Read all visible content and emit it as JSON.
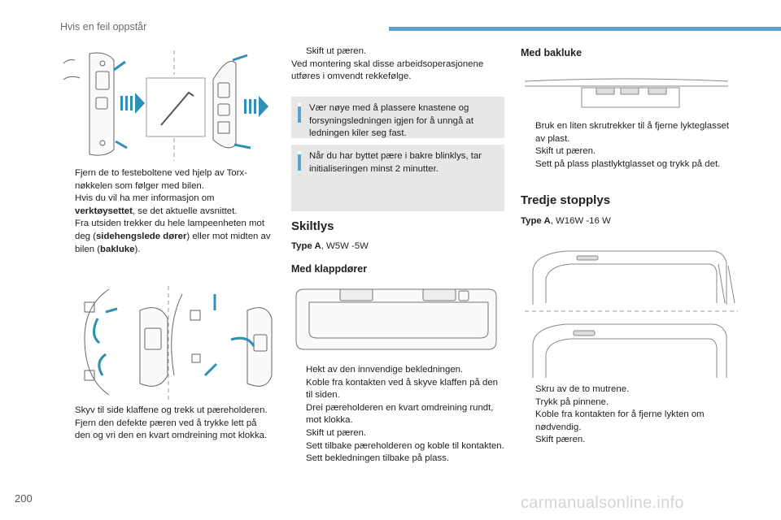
{
  "header": {
    "title": "Hvis en feil oppstår"
  },
  "page_number": "200",
  "watermark": "carmanualsonline.info",
  "col1": {
    "steps_top": [
      {
        "marker": "",
        "text": "Fjern de to festeboltene ved hjelp av Torx-nøkkelen som følger med bilen."
      },
      {
        "marker": "",
        "text": "Fra utsiden trekker du hele lampeenheten mot deg (",
        "bold1": "sidehengslede dører",
        "mid": ") eller mot midten av bilen (",
        "bold2": "bakluke",
        "end": ")."
      }
    ],
    "info_a": "Hvis du vil ha mer informasjon om",
    "info_b": "verktøysettet",
    "info_c": ", se det aktuelle avsnittet.",
    "steps_bottom": [
      {
        "marker": "",
        "text": "Skyv til side klaffene og trekk ut pæreholderen."
      },
      {
        "marker": "",
        "text": "Fjern den defekte pæren ved å trykke lett på den og vri den en kvart omdreining mot klokka."
      }
    ]
  },
  "col2": {
    "intro_step": {
      "marker": "",
      "text": "Skift ut pæren."
    },
    "intro_text": "Ved montering skal disse arbeidsoperasjonene utføres i omvendt rekkefølge.",
    "note1": "Vær nøye med å plassere knastene og forsyningsledningen igjen for å unngå at ledningen kiler seg fast.",
    "note2": "Når du har byttet pære i bakre blinklys, tar initialiseringen minst 2 minutter.",
    "heading": "Skiltlys",
    "type_label": "Type A",
    "type_value": ", W5W -5W",
    "subheading": "Med klappdører",
    "steps": [
      {
        "marker": "",
        "text": "Hekt av den innvendige bekledningen."
      },
      {
        "marker": "",
        "text": "Koble fra kontakten ved å skyve klaffen på den til siden."
      },
      {
        "marker": "",
        "text": "Drei pæreholderen en kvart omdreining rundt, mot klokka."
      },
      {
        "marker": "",
        "text": "Skift ut pæren."
      },
      {
        "marker": "",
        "text": "Sett tilbake pæreholderen og koble til kontakten."
      },
      {
        "marker": "",
        "text": "Sett bekledningen tilbake på plass."
      }
    ]
  },
  "col3": {
    "subheading": "Med bakluke",
    "steps_a": [
      {
        "marker": "",
        "text": "Bruk en liten skrutrekker til å fjerne lykteglasset av plast."
      },
      {
        "marker": "",
        "text": "Skift ut pæren."
      },
      {
        "marker": "",
        "text": "Sett på plass plastlyktglasset og trykk på det."
      }
    ],
    "heading": "Tredje stopplys",
    "type_label": "Type A",
    "type_value": ", W16W -16 W",
    "steps_b": [
      {
        "marker": "",
        "text": "Skru av de to mutrene."
      },
      {
        "marker": "",
        "text": "Trykk på pinnene."
      },
      {
        "marker": "",
        "text": "Koble fra kontakten for å fjerne lykten om nødvendig."
      },
      {
        "marker": "",
        "text": "Skift pæren."
      }
    ]
  },
  "colors": {
    "accent": "#5ba3cf",
    "note_bg": "#e7e7e7"
  }
}
